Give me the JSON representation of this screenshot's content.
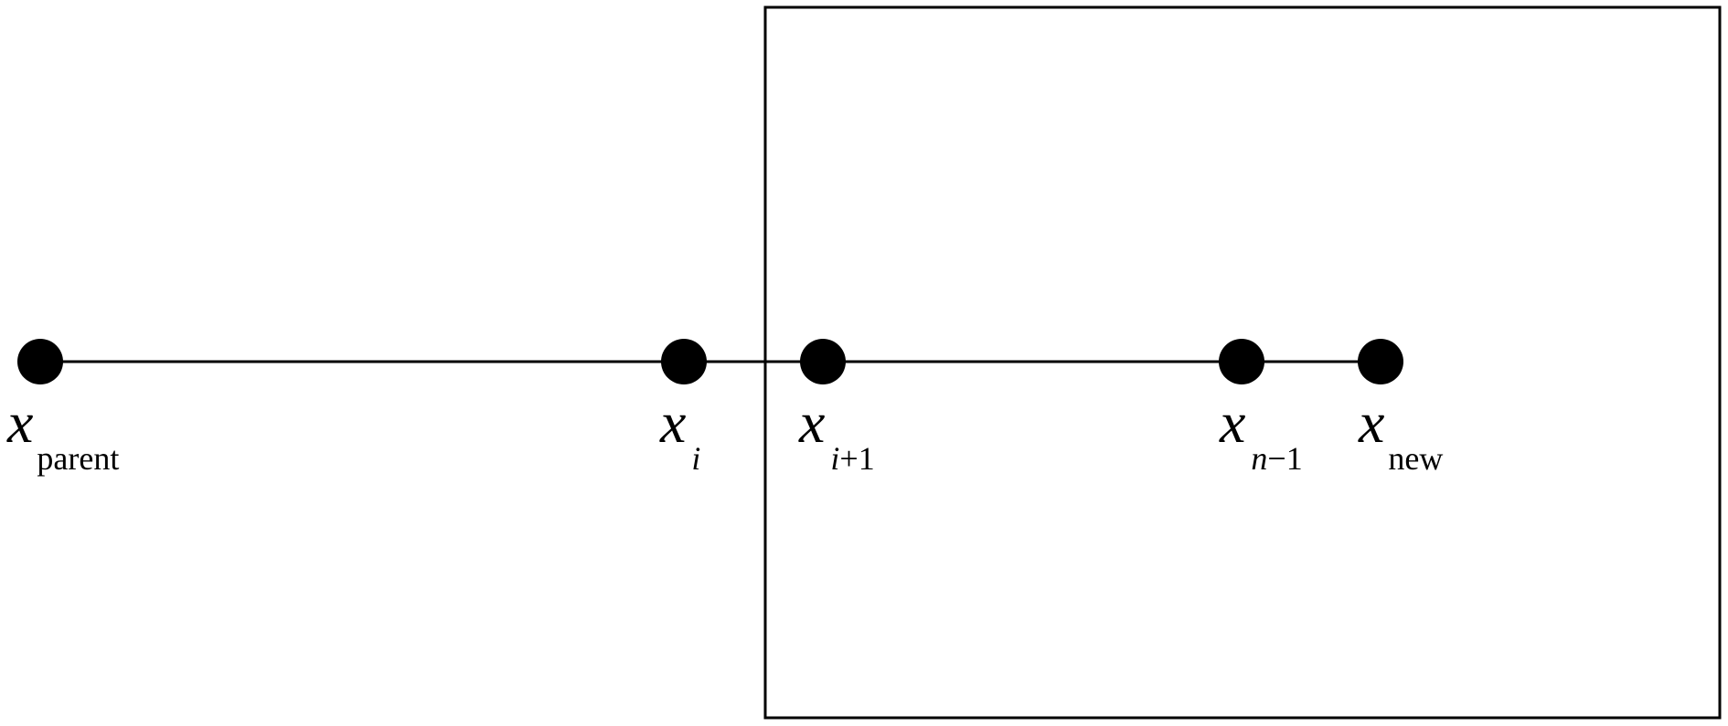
{
  "nodes": [
    {
      "id": "parent",
      "symbol": "x",
      "subscript_italic": "",
      "subscript_upright": "parent"
    },
    {
      "id": "i",
      "symbol": "x",
      "subscript_italic": "i",
      "subscript_upright": ""
    },
    {
      "id": "i_plus_1",
      "symbol": "x",
      "subscript_italic": "i",
      "subscript_upright": "+1"
    },
    {
      "id": "n_minus_1",
      "symbol": "x",
      "subscript_italic": "n",
      "subscript_upright": "−1"
    },
    {
      "id": "new",
      "symbol": "x",
      "subscript_italic": "",
      "subscript_upright": "new"
    }
  ],
  "colors": {
    "stroke": "#000000",
    "node_fill": "#000000",
    "background": "#ffffff"
  }
}
